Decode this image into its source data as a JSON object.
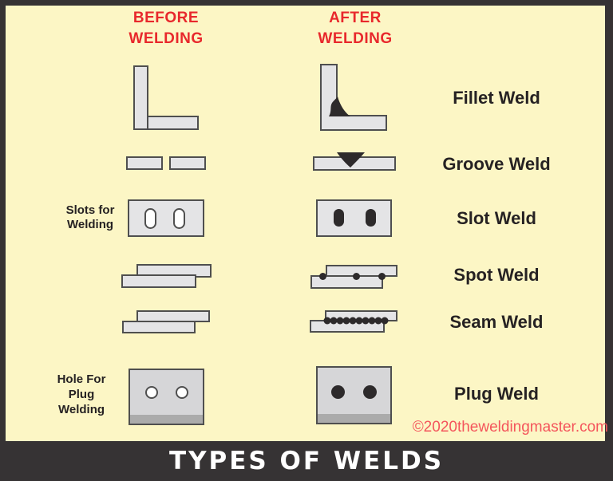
{
  "title_bar": {
    "title": "TYPES OF WELDS"
  },
  "copyright": "©2020theweldingmaster.com",
  "column_headers": {
    "before": {
      "line1": "BEFORE",
      "line2": "WELDING"
    },
    "after": {
      "line1": "AFTER",
      "line2": "WELDING"
    }
  },
  "captions": {
    "slot": {
      "line1": "Slots for",
      "line2": "Welding"
    },
    "plug": {
      "line1": "Hole For",
      "line2": "Plug",
      "line3": "Welding"
    }
  },
  "rows": [
    {
      "label": "Fillet Weld",
      "before_icon": "corner-joint-icon",
      "after_icon": "corner-joint-fillet-bead-icon"
    },
    {
      "label": "Groove Weld",
      "before_icon": "butt-plates-gap-icon",
      "after_icon": "plate-v-groove-bead-icon"
    },
    {
      "label": "Slot Weld",
      "before_icon": "plate-open-slots-icon",
      "after_icon": "plate-filled-slots-icon"
    },
    {
      "label": "Spot Weld",
      "before_icon": "lap-joint-icon",
      "after_icon": "lap-joint-spot-dots-icon"
    },
    {
      "label": "Seam Weld",
      "before_icon": "lap-joint-icon",
      "after_icon": "lap-joint-seam-dots-icon"
    },
    {
      "label": "Plug Weld",
      "before_icon": "stacked-plates-holes-icon",
      "after_icon": "stacked-plates-plugged-icon"
    }
  ],
  "colors": {
    "background": "#FCF6C5",
    "frame": "#363334",
    "header_red": "#E8282C",
    "copyright_pink": "#F4555C",
    "plate_fill": "#E4E4E6",
    "plate_border": "#4F4F4F",
    "weld_black": "#2D2A2B",
    "label_black": "#262223",
    "title_white": "#FFFFFF"
  }
}
